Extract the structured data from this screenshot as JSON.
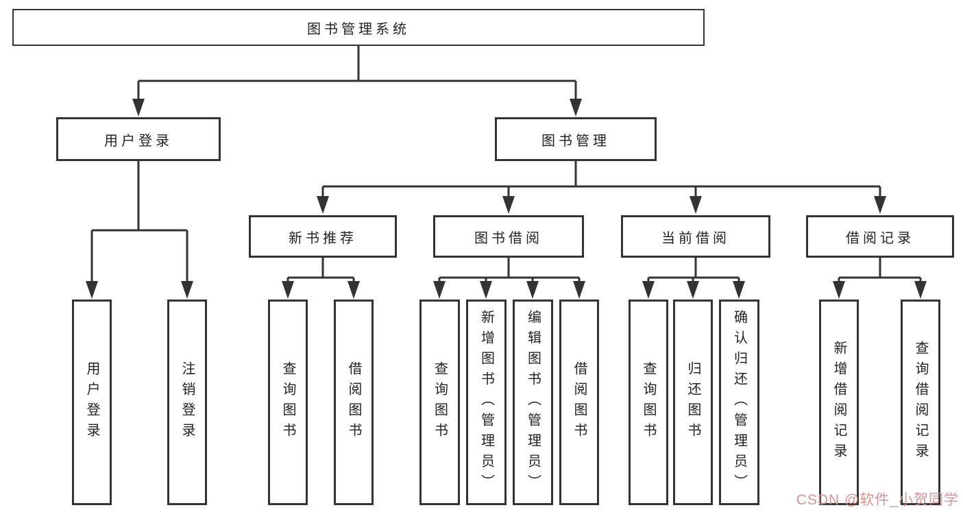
{
  "tree": {
    "root": "图书管理系统",
    "children": [
      {
        "label": "用户登录",
        "children": [
          "用户登录",
          "注销登录"
        ]
      },
      {
        "label": "图书管理",
        "children": [
          {
            "label": "新书推荐",
            "children": [
              "查询图书",
              "借阅图书"
            ]
          },
          {
            "label": "图书借阅",
            "children": [
              "查询图书",
              "新增图书（管理员）",
              "编辑图书（管理员）",
              "借阅图书"
            ]
          },
          {
            "label": "当前借阅",
            "children": [
              "查询图书",
              "归还图书",
              "确认归还（管理员）"
            ]
          },
          {
            "label": "借阅记录",
            "children": [
              "新增借阅记录",
              "查询借阅记录"
            ]
          }
        ]
      }
    ]
  },
  "watermark": {
    "text": "CSDN @软件_小贺同学"
  },
  "colors": {
    "line": "#333333",
    "box_border": "#333333",
    "text": "#222222",
    "watermark": "#d68c8c",
    "background": "#ffffff"
  }
}
